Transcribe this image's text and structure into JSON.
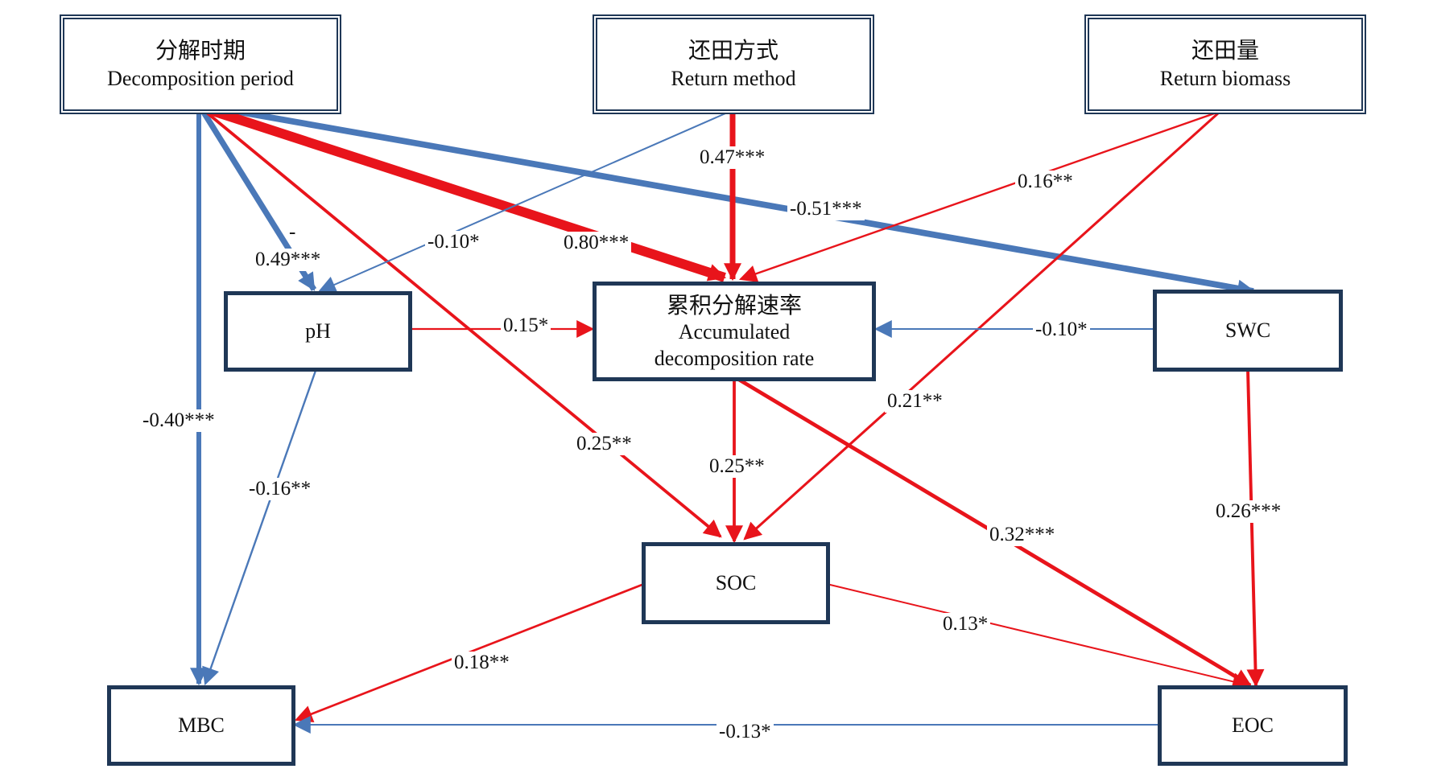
{
  "colors": {
    "positive": "#e8141b",
    "negative": "#4a78b8",
    "box_border": "#1f3756"
  },
  "nodes": {
    "decomposition_period": {
      "zh": "分解时期",
      "en": "Decomposition period"
    },
    "return_method": {
      "zh": "还田方式",
      "en": "Return method"
    },
    "return_biomass": {
      "zh": "还田量",
      "en": "Return biomass"
    },
    "ph": {
      "label": "pH"
    },
    "accumulated_rate": {
      "zh": "累积分解速率",
      "en1": "Accumulated",
      "en2": "decomposition rate"
    },
    "swc": {
      "label": "SWC"
    },
    "soc": {
      "label": "SOC"
    },
    "mbc": {
      "label": "MBC"
    },
    "eoc": {
      "label": "EOC"
    }
  },
  "edges": [
    {
      "id": "dp_rate",
      "from": "decomposition_period",
      "to": "accumulated_rate",
      "coef": "0.80***",
      "sign": "positive",
      "strength": 0.8
    },
    {
      "id": "dp_swc",
      "from": "decomposition_period",
      "to": "swc",
      "coef": "-0.51***",
      "sign": "negative",
      "strength": 0.51
    },
    {
      "id": "dp_ph",
      "from": "decomposition_period",
      "to": "ph",
      "coef_line1": "-",
      "coef_line2": "0.49***",
      "sign": "negative",
      "strength": 0.49
    },
    {
      "id": "dp_mbc",
      "from": "decomposition_period",
      "to": "mbc",
      "coef": "-0.40***",
      "sign": "negative",
      "strength": 0.4
    },
    {
      "id": "dp_soc",
      "from": "decomposition_period",
      "to": "soc",
      "coef": "0.25**",
      "sign": "positive",
      "strength": 0.25
    },
    {
      "id": "rm_rate",
      "from": "return_method",
      "to": "accumulated_rate",
      "coef": "0.47***",
      "sign": "positive",
      "strength": 0.47
    },
    {
      "id": "rm_ph",
      "from": "return_method",
      "to": "ph",
      "coef": "-0.10*",
      "sign": "negative",
      "strength": 0.1
    },
    {
      "id": "rb_rate",
      "from": "return_biomass",
      "to": "accumulated_rate",
      "coef": "0.16**",
      "sign": "positive",
      "strength": 0.16
    },
    {
      "id": "rb_soc",
      "from": "return_biomass",
      "to": "soc",
      "coef": "0.21**",
      "sign": "positive",
      "strength": 0.21
    },
    {
      "id": "ph_rate",
      "from": "ph",
      "to": "accumulated_rate",
      "coef": "0.15*",
      "sign": "positive",
      "strength": 0.15
    },
    {
      "id": "ph_mbc",
      "from": "ph",
      "to": "mbc",
      "coef": "-0.16**",
      "sign": "negative",
      "strength": 0.16
    },
    {
      "id": "swc_rate",
      "from": "swc",
      "to": "accumulated_rate",
      "coef": "-0.10*",
      "sign": "negative",
      "strength": 0.1
    },
    {
      "id": "swc_eoc",
      "from": "swc",
      "to": "eoc",
      "coef": "0.26***",
      "sign": "positive",
      "strength": 0.26
    },
    {
      "id": "rate_soc",
      "from": "accumulated_rate",
      "to": "soc",
      "coef": "0.25**",
      "sign": "positive",
      "strength": 0.25
    },
    {
      "id": "rate_eoc",
      "from": "accumulated_rate",
      "to": "eoc",
      "coef": "0.32***",
      "sign": "positive",
      "strength": 0.32
    },
    {
      "id": "soc_mbc",
      "from": "soc",
      "to": "mbc",
      "coef": "0.18**",
      "sign": "positive",
      "strength": 0.18
    },
    {
      "id": "soc_eoc",
      "from": "soc",
      "to": "eoc",
      "coef": "0.13*",
      "sign": "positive",
      "strength": 0.13
    },
    {
      "id": "eoc_mbc",
      "from": "eoc",
      "to": "mbc",
      "coef": "-0.13*",
      "sign": "negative",
      "strength": 0.13
    }
  ]
}
